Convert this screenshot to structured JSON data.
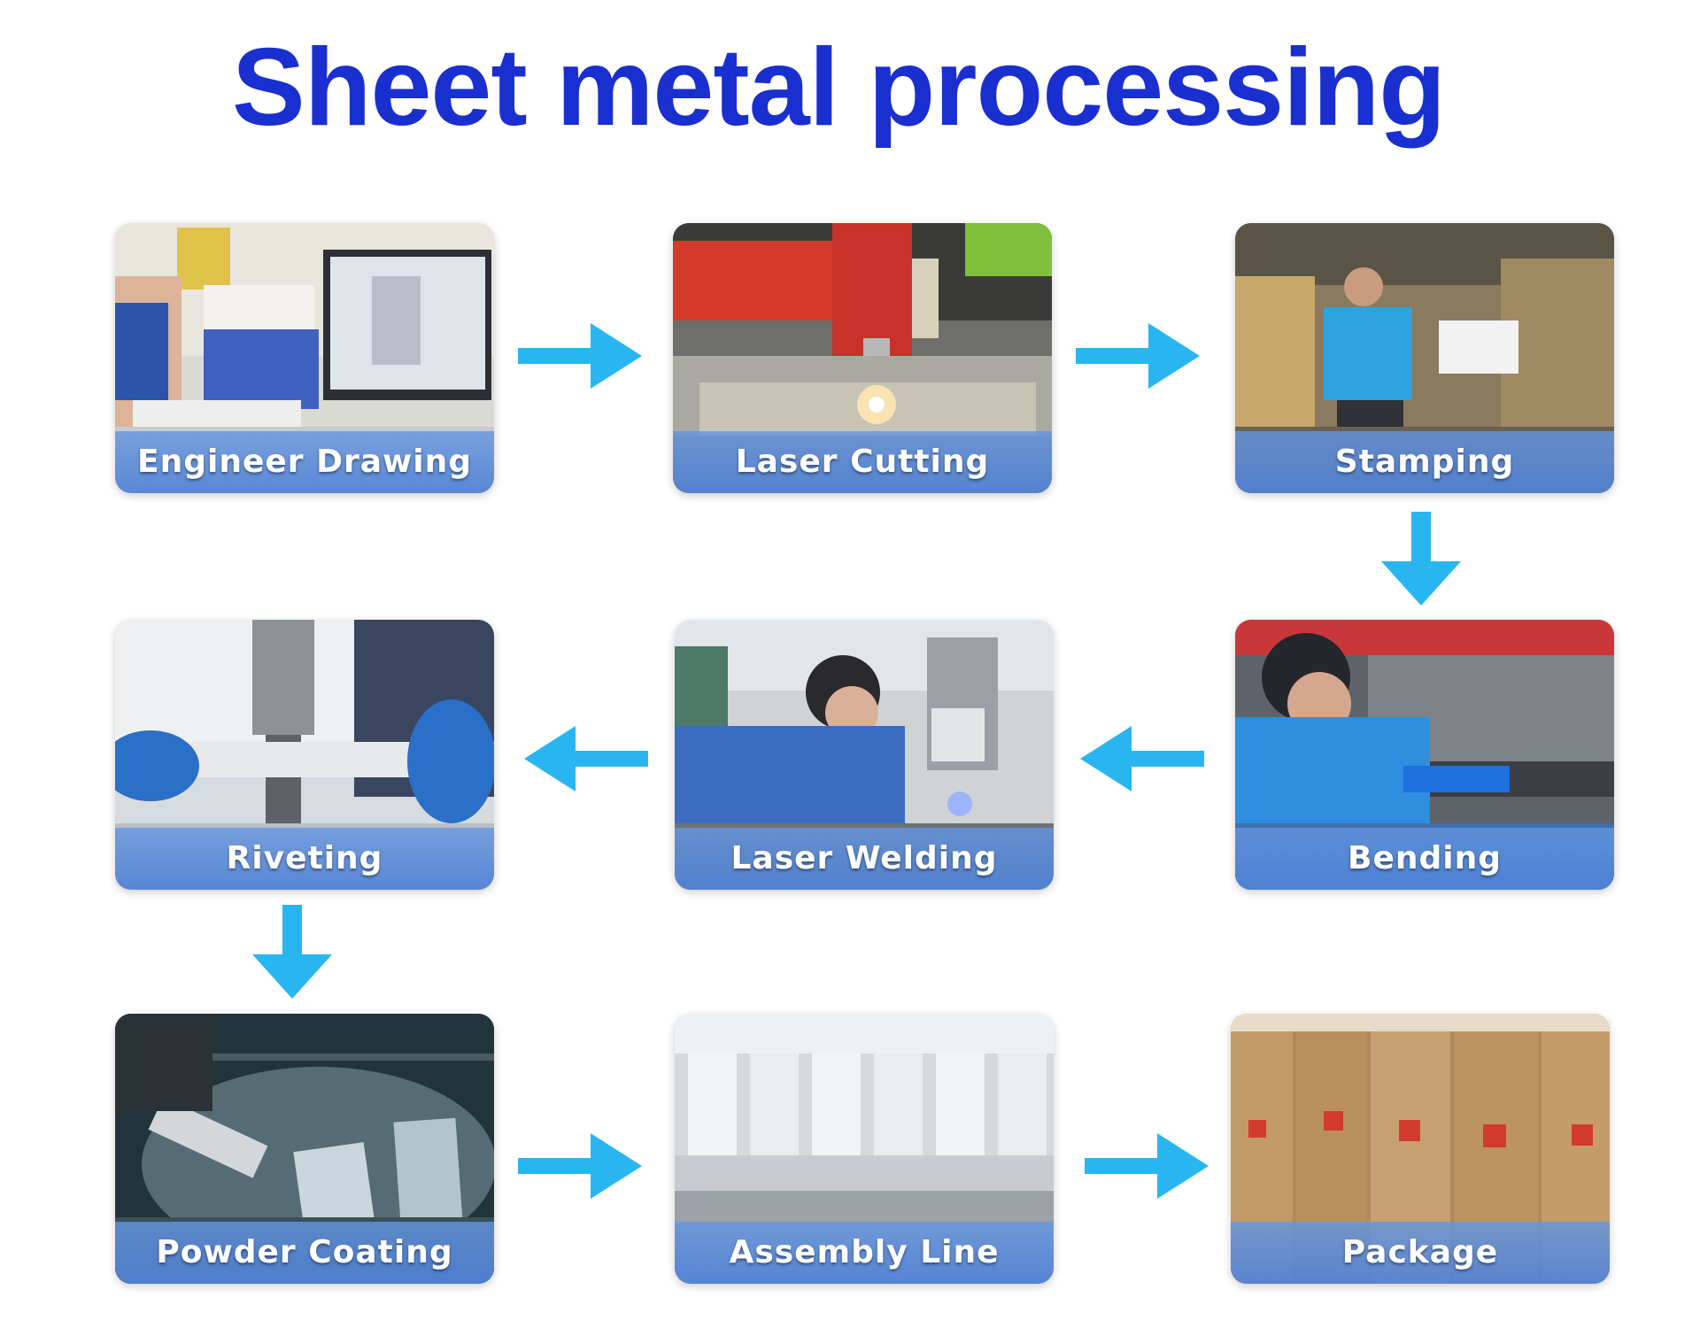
{
  "title": "Sheet metal processing",
  "colors": {
    "title": "#1a2fd0",
    "arrow": "#29b6f0",
    "caption_band": "#5a8fe0",
    "caption_text": "#ffffff"
  },
  "steps": [
    {
      "id": 1,
      "label": "Engineer Drawing",
      "icon": "engineer-drawing-photo"
    },
    {
      "id": 2,
      "label": "Laser Cutting",
      "icon": "laser-cutting-photo"
    },
    {
      "id": 3,
      "label": "Stamping",
      "icon": "stamping-photo"
    },
    {
      "id": 4,
      "label": "Bending",
      "icon": "bending-photo"
    },
    {
      "id": 5,
      "label": "Laser Welding",
      "icon": "laser-welding-photo"
    },
    {
      "id": 6,
      "label": "Riveting",
      "icon": "riveting-photo"
    },
    {
      "id": 7,
      "label": "Powder Coating",
      "icon": "powder-coating-photo"
    },
    {
      "id": 8,
      "label": "Assembly Line",
      "icon": "assembly-line-photo"
    },
    {
      "id": 9,
      "label": "Package",
      "icon": "package-photo"
    }
  ],
  "flow": [
    {
      "from": 1,
      "to": 2,
      "direction": "right"
    },
    {
      "from": 2,
      "to": 3,
      "direction": "right"
    },
    {
      "from": 3,
      "to": 4,
      "direction": "down"
    },
    {
      "from": 4,
      "to": 5,
      "direction": "left"
    },
    {
      "from": 5,
      "to": 6,
      "direction": "left"
    },
    {
      "from": 6,
      "to": 7,
      "direction": "down"
    },
    {
      "from": 7,
      "to": 8,
      "direction": "right"
    },
    {
      "from": 8,
      "to": 9,
      "direction": "right"
    }
  ]
}
